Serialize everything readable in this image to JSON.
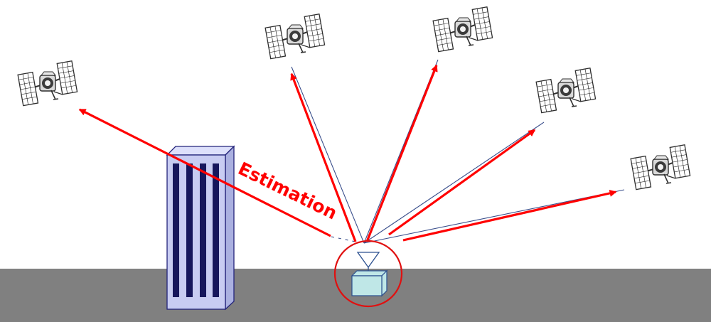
{
  "labels": {
    "estimation": "Estimation"
  },
  "colors": {
    "ground": "#808080",
    "arrow": "#ff0000",
    "sight_line": "#3a4f8c",
    "building_face": "#c8ccf2",
    "building_side": "#aab0e0",
    "building_top": "#dde0fb",
    "building_windows": "#16165c",
    "building_outline": "#23237a",
    "receiver_box": "#bfe7e7",
    "receiver_outline": "#2a4f8f",
    "receiver_ring": "#e01010",
    "satellite_panel": "#ffffff",
    "satellite_dark": "#2f2f2f"
  },
  "icons": {
    "satellite": "satellite-icon",
    "building": "building-icon",
    "receiver": "gnss-receiver-icon"
  },
  "satellite_count": 5,
  "blocked_satellites": 1
}
